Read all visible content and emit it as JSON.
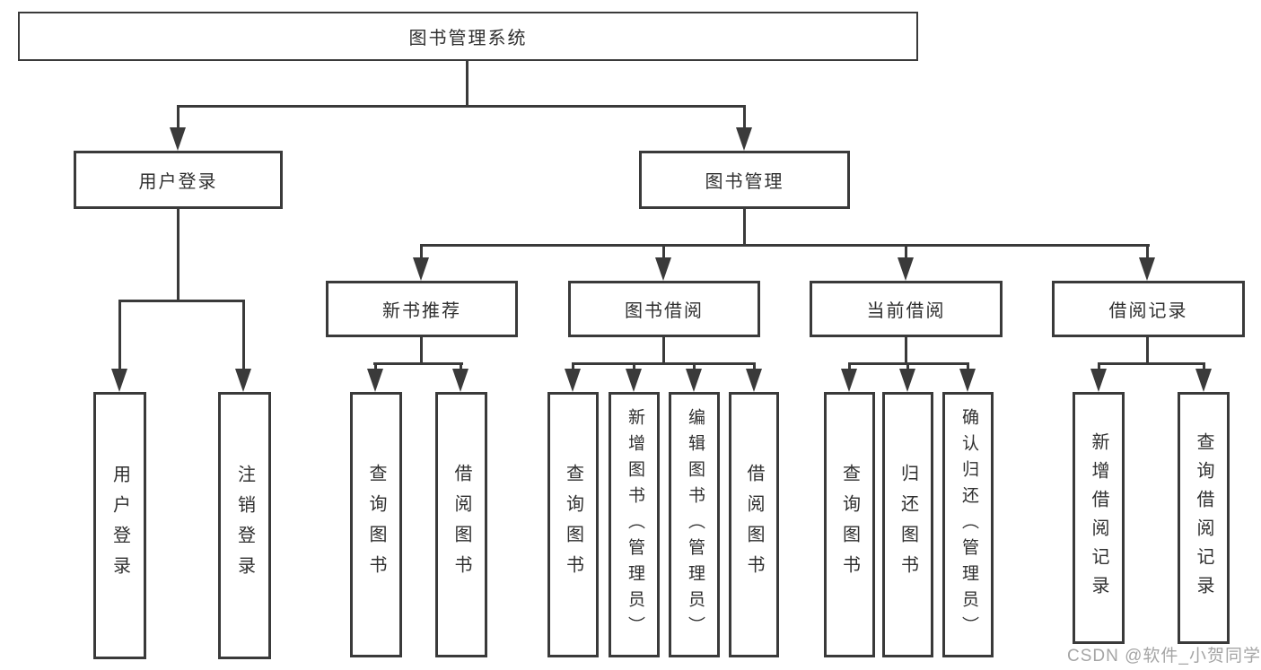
{
  "colors": {
    "line": "#3a3a3a",
    "text": "#2f2f2f",
    "watermark": "#a5a5a5",
    "bg": "#ffffff"
  },
  "watermark": {
    "text": "CSDN @软件_小贺同学"
  },
  "diagram": {
    "root": {
      "label": "图书管理系统"
    },
    "level2": [
      {
        "label": "用户登录"
      },
      {
        "label": "图书管理"
      }
    ],
    "level3": [
      {
        "label": "新书推荐"
      },
      {
        "label": "图书借阅"
      },
      {
        "label": "当前借阅"
      },
      {
        "label": "借阅记录"
      }
    ],
    "leaves": {
      "user_login": [
        {
          "label": "用户登录"
        },
        {
          "label": "注销登录"
        }
      ],
      "new_books": [
        {
          "label": "查询图书"
        },
        {
          "label": "借阅图书"
        }
      ],
      "book_borrow": [
        {
          "label": "查询图书"
        },
        {
          "label": "新增图书（管理员）"
        },
        {
          "label": "编辑图书（管理员）"
        },
        {
          "label": "借阅图书"
        }
      ],
      "current_borrow": [
        {
          "label": "查询图书"
        },
        {
          "label": "归还图书"
        },
        {
          "label": "确认归还（管理员）"
        }
      ],
      "borrow_records": [
        {
          "label": "新增借阅记录"
        },
        {
          "label": "查询借阅记录"
        }
      ]
    }
  }
}
